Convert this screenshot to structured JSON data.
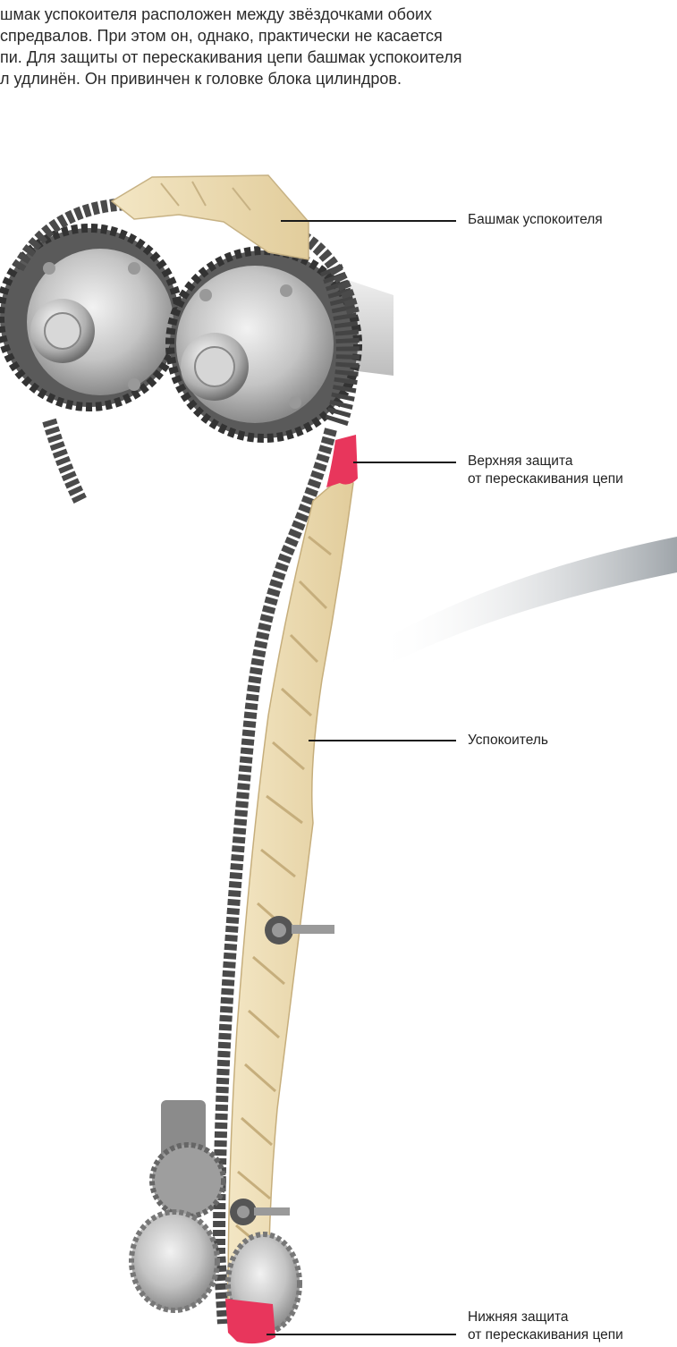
{
  "intro_text": "шмак успокоителя расположен между звёздочками обоих\nспредвалов. При этом он, однако, практически не касается\nпи. Для защиты от перескакивания цепи башмак успокоителя\nл удлинён. Он привинчен к головке блока цилиндров.",
  "callouts": {
    "guide_shoe": "Башмак успокоителя",
    "upper_guard": "Верхняя защита\nот перескакивания цепи",
    "tensioner_rail": "Успокоитель",
    "lower_guard": "Нижняя защита\nот перескакивания цепи"
  },
  "colors": {
    "plastic": "#ecdcb4",
    "guard_red": "#e8365c",
    "metal": "#b8b8b8",
    "chain": "#4a4a4a"
  }
}
